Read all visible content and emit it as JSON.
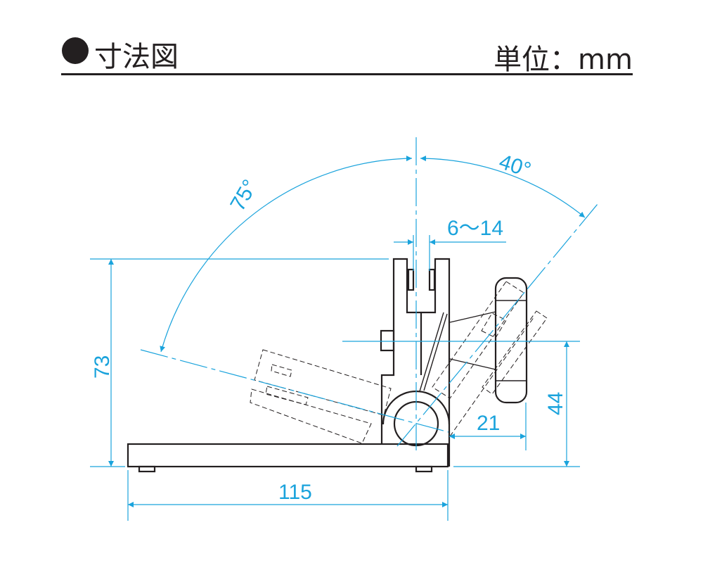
{
  "header": {
    "bullet_icon": "filled-circle",
    "title": "寸法図",
    "unit_label": "単位：mm"
  },
  "drawing": {
    "line_color": "#231f20",
    "dimension_color": "#1aa3dc",
    "dimensions": {
      "height": "73",
      "width": "115",
      "clamp_height": "44",
      "clamp_offset": "21",
      "jaw_opening": "6～14",
      "tilt_back_angle": "75°",
      "tilt_forward_angle": "40°"
    }
  }
}
